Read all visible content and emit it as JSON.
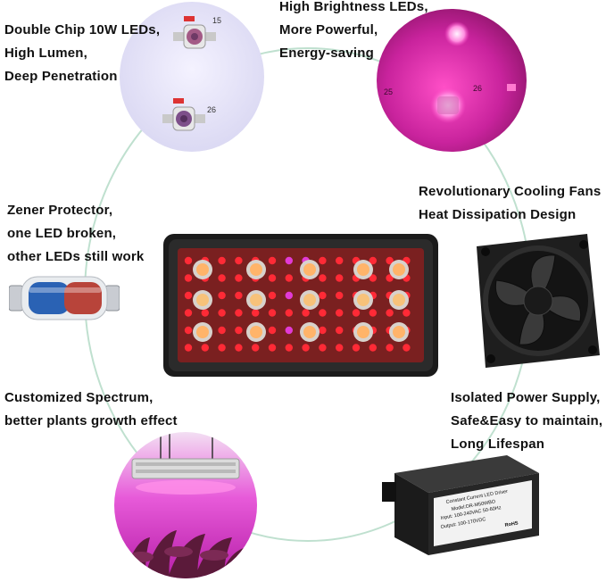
{
  "features": {
    "double_chip": {
      "lines": [
        "Double Chip 10W LEDs,",
        "High Lumen,",
        "Deep Penetration"
      ]
    },
    "brightness": {
      "lines": [
        "High Brightness LEDs,",
        "More Powerful,",
        "Energy-saving"
      ]
    },
    "zener": {
      "lines": [
        "Zener Protector,",
        "one LED broken,",
        "other LEDs still work"
      ]
    },
    "cooling": {
      "lines": [
        "Revolutionary Cooling Fans",
        "Heat Dissipation Design"
      ]
    },
    "spectrum": {
      "lines": [
        "Customized Spectrum,",
        "better plants growth effect"
      ]
    },
    "power": {
      "lines": [
        "Isolated Power Supply,",
        "Safe&Easy to maintain,",
        "Long Lifespan"
      ]
    }
  },
  "chip_numbers": {
    "a": "15",
    "b": "26",
    "c": "25",
    "d": "26"
  },
  "driver_label": {
    "line1": "Constant Current LED Driver",
    "line2": "Model:DR-M50WBO",
    "line3": "Input: 100-240VAC 50-60Hz",
    "line4": "Output: 100-170VDC",
    "line5": "RoHS"
  },
  "colors": {
    "ring": "#bfe0cf",
    "panel_frame": "#1b1b1b",
    "led_red": "#ff2a36",
    "led_warm": "#ffb46a",
    "grow_pink": "#e23ad6"
  },
  "icons": [
    "led-chip-icon",
    "led-panel-icon",
    "cooling-fan-icon",
    "zener-diode-icon",
    "grow-light-icon",
    "power-driver-icon"
  ]
}
